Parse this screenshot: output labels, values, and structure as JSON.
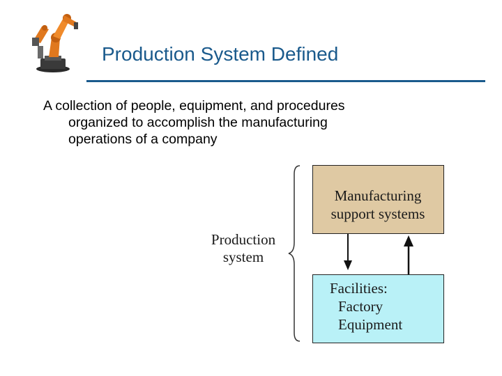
{
  "slide": {
    "title": "Production System Defined",
    "body_lines": [
      "A collection of people, equipment, and procedures",
      "organized to accomplish the manufacturing",
      "operations of a company"
    ],
    "accent_color": "#1a5a8c",
    "icon": "industrial-robot-icon"
  },
  "diagram": {
    "production_label_line1": "Production",
    "production_label_line2": "system",
    "support_box": {
      "line1": "Manufacturing",
      "line2": "support systems",
      "color": "#dfc9a3"
    },
    "facilities_box": {
      "heading": "Facilities:",
      "item1": "Factory",
      "item2": "Equipment",
      "color": "#b9f1f7"
    }
  }
}
